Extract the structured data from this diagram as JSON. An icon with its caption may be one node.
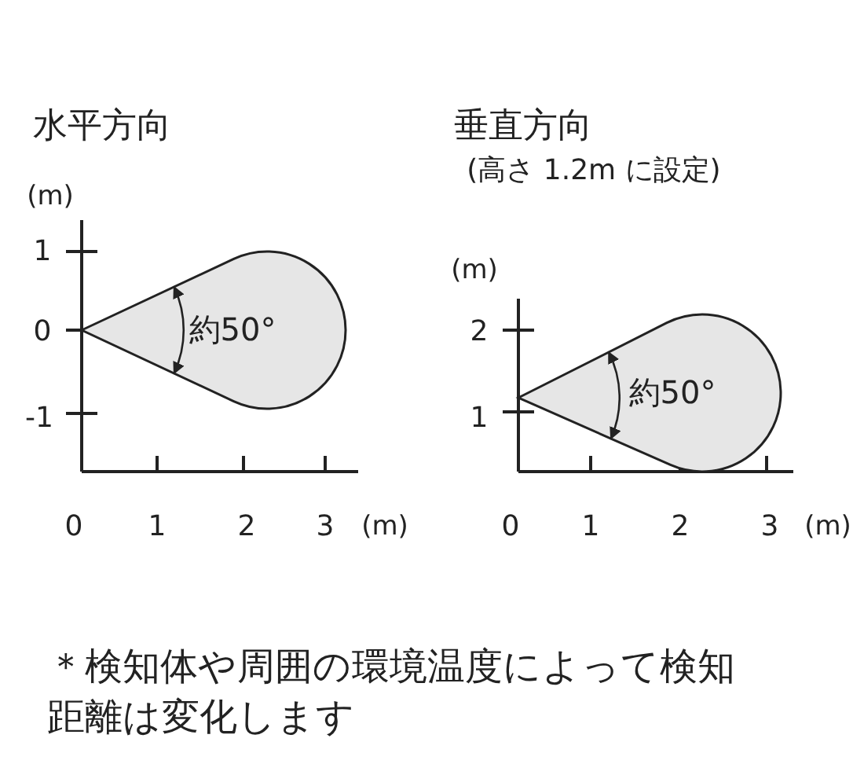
{
  "diagram": {
    "caption": "＊検知体や周囲の環境温度によって検知距離は変化します",
    "nodes": [
      {
        "text": [
          "約50°"
        ]
      },
      {
        "text": [
          "約50°"
        ]
      }
    ],
    "edges": [],
    "labels": [
      "水平方向",
      "(m)",
      "1",
      "0",
      "-1",
      "0",
      "1",
      "2",
      "3",
      "(m)",
      "垂直方向",
      "(高さ 1.2m に設定)",
      "(m)",
      "2",
      "1",
      "0",
      "1",
      "2",
      "3",
      "(m)"
    ]
  }
}
